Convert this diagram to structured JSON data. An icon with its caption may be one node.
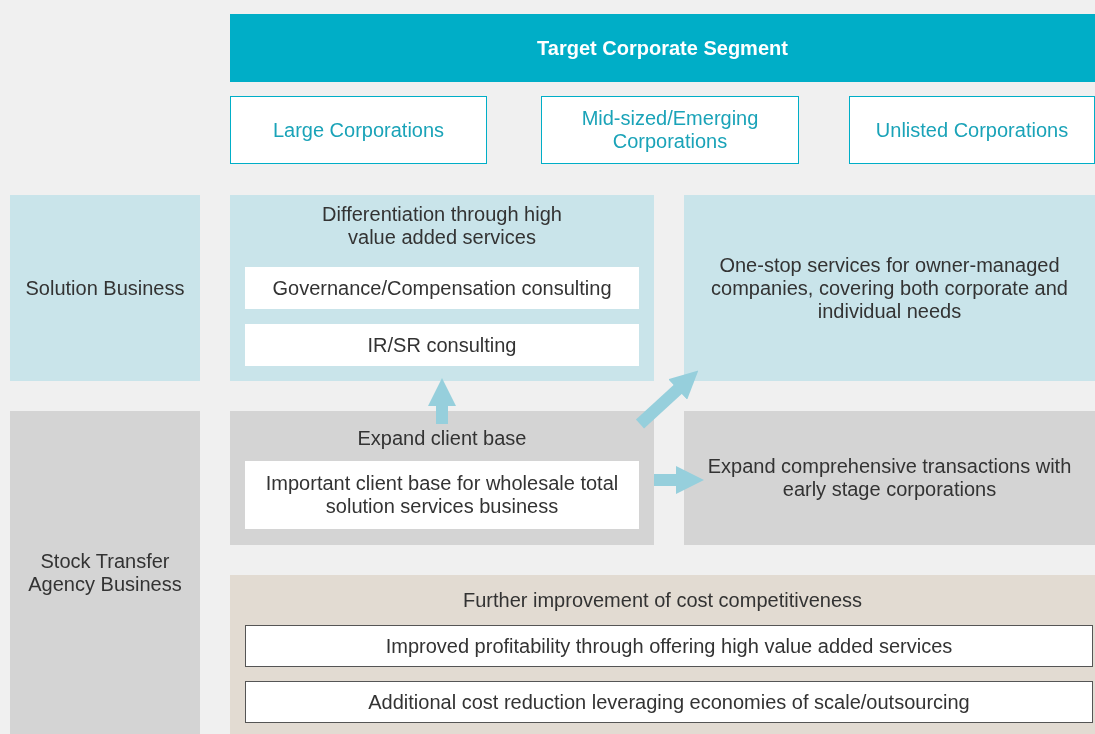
{
  "diagram": {
    "nodes": [
      {
        "text": [
          "Target Corporate Segment"
        ]
      },
      {
        "text": [
          "Large Corporations"
        ]
      },
      {
        "text": [
          "Mid-sized/Emerging Corporations"
        ]
      },
      {
        "text": [
          "Unlisted Corporations"
        ]
      },
      {
        "text": [
          "Solution Business"
        ]
      },
      {
        "text": [
          "Differentiation through high value added services"
        ]
      },
      {
        "text": [
          "Governance/Compensation consulting"
        ],
        "in": 5
      },
      {
        "text": [
          "IR/SR consulting"
        ],
        "in": 5
      },
      {
        "text": [
          "One-stop services for owner-managed companies, covering both corporate and individual needs"
        ]
      },
      {
        "text": [
          "Stock Transfer Agency Business"
        ]
      },
      {
        "text": [
          "Expand client base"
        ]
      },
      {
        "text": [
          "Important client base for wholesale total solution services business"
        ],
        "in": 10
      },
      {
        "text": [
          "Expand comprehensive transactions with early stage corporations"
        ]
      },
      {
        "text": [
          "Further improvement of cost competitiveness"
        ]
      },
      {
        "text": [
          "Improved profitability through offering high value added services"
        ],
        "in": 13
      },
      {
        "text": [
          "Additional cost reduction leveraging economies of scale/outsourcing"
        ],
        "in": 13
      }
    ],
    "edges": [
      {
        "from": 10,
        "to": 5,
        "arrow": "to"
      },
      {
        "from": 10,
        "to": 8,
        "arrow": "to"
      },
      {
        "from": 10,
        "to": 12,
        "arrow": "to"
      }
    ]
  }
}
